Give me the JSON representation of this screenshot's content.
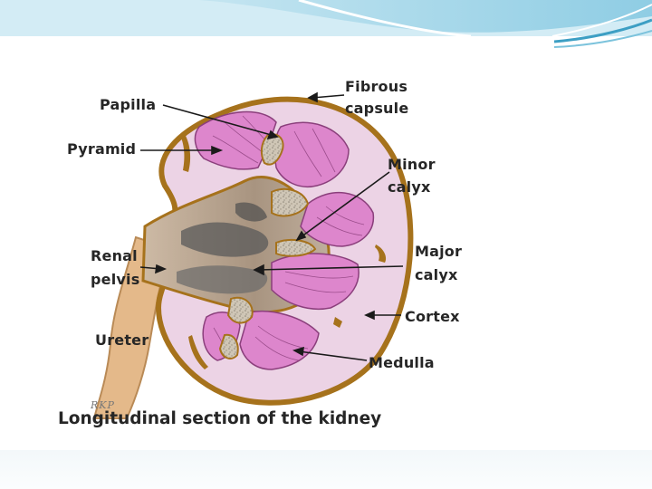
{
  "labels": {
    "papilla": "Papilla",
    "pyramid": "Pyramid",
    "renal_pelvis": [
      "Renal",
      "pelvis"
    ],
    "ureter": "Ureter",
    "fibrous_capsule": [
      "Fibrous",
      "capsule"
    ],
    "minor_calyx": [
      "Minor",
      "calyx"
    ],
    "major_calyx": [
      "Major",
      "calyx"
    ],
    "cortex": "Cortex",
    "medulla": "Medulla"
  },
  "caption": "Longitudinal section of the kidney",
  "signature": "RKP",
  "colors": {
    "capsule_brown": "#a6721c",
    "cortex": "#ecd3e5",
    "pyramid": "#dd86cc",
    "pyramid_edge": "#8b3f7c",
    "sinus": "#bda48f",
    "pelvis_dark": "#5a5a5a",
    "ureter": "#e4b98a",
    "theme_blue": "#3d9fc4"
  }
}
